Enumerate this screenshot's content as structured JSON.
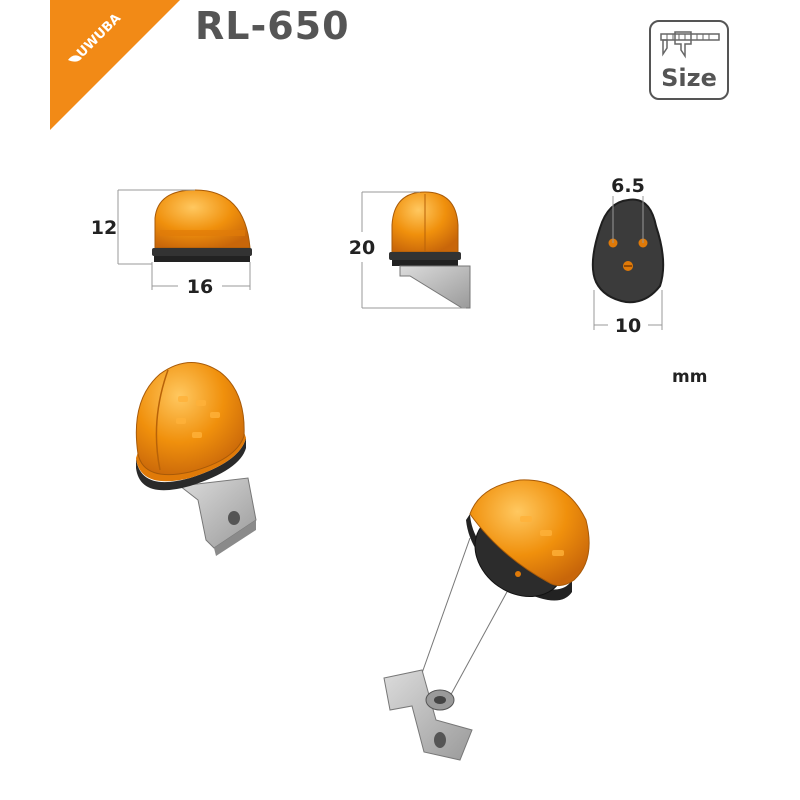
{
  "brand": {
    "name": "UWUBA",
    "color": "#f28a16"
  },
  "product": {
    "model": "RL-650"
  },
  "badge": {
    "label": "Size",
    "icon": "caliper-icon"
  },
  "dimensions": {
    "side_height": "12",
    "side_length": "16",
    "front_height": "20",
    "top_width": "6.5",
    "base_width": "10",
    "unit": "mm"
  },
  "colors": {
    "lens": "#f0900c",
    "lens_dark": "#c8660a",
    "base": "#333333",
    "bracket": "#b8b8b8"
  }
}
